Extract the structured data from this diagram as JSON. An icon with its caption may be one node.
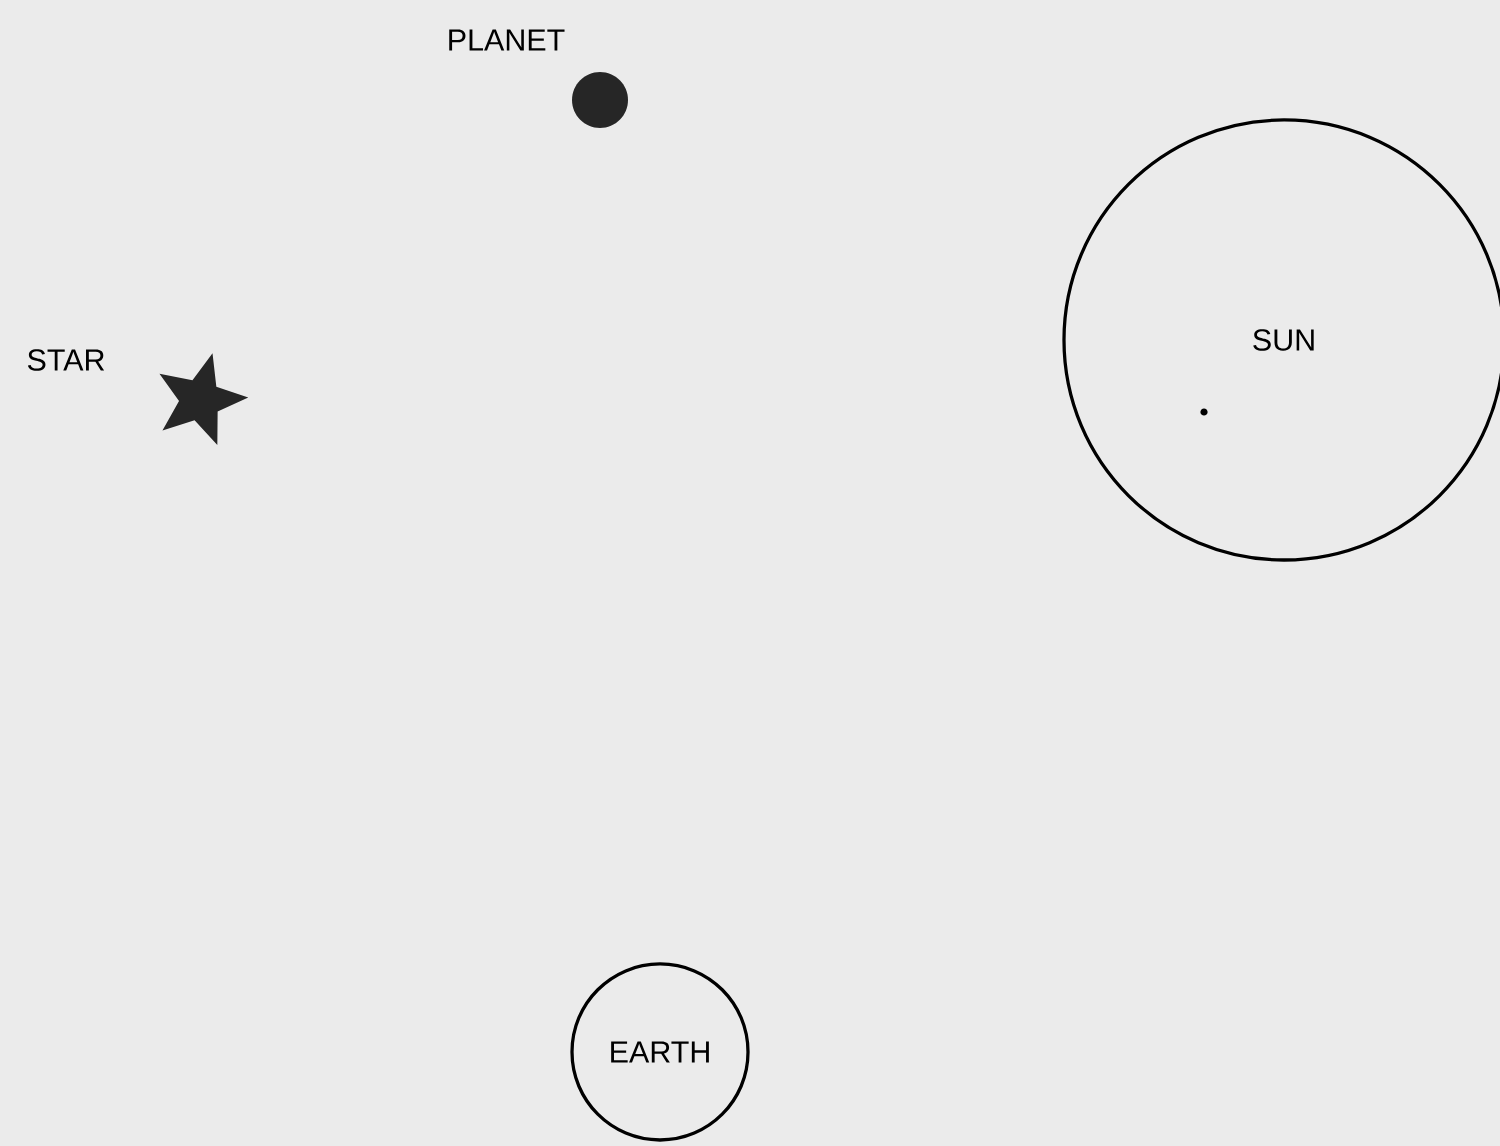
{
  "diagram": {
    "nodes": [
      {
        "text": [
          "SUN"
        ]
      },
      {
        "text": [
          "EARTH"
        ]
      }
    ],
    "edges": [],
    "labels": [
      "PLANET",
      "STAR"
    ]
  }
}
